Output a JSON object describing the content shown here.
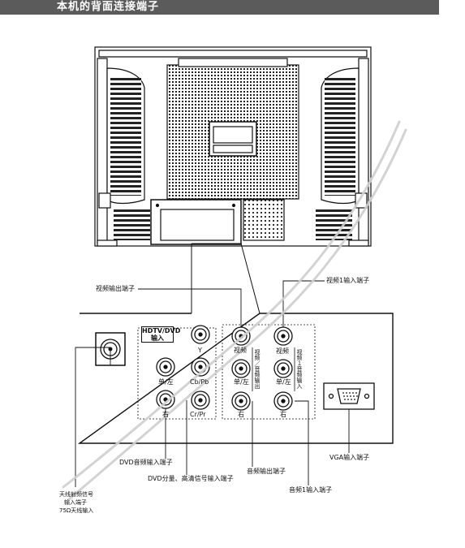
{
  "header": {
    "title": "本机的背面连接端子"
  },
  "labels": {
    "video_out_terminal": "视频输出端子",
    "video1_in_terminal": "视频1输入端子",
    "hdtv_dvd_line1": "HDTV/DVD",
    "hdtv_dvd_line2": "输入",
    "y": "Y",
    "cb_pb": "Cb/Pb",
    "cr_pr": "Cr/Pr",
    "mono_left_1": "单/左",
    "right_1": "右",
    "video_a": "视频",
    "mono_left_2": "单/左",
    "right_2": "右",
    "video_b": "视频",
    "mono_left_3": "单/左",
    "right_3": "右",
    "vert_video_audio_out": "视频／音频输出",
    "vert_video_audio_in": "视频１音频输入",
    "dvd_audio_in": "DVD音频输入端子",
    "dvd_component_in": "DVD分量、高清信号输入端子",
    "audio_out_terminal": "音频输出端子",
    "audio1_in_terminal": "音频1输入端子",
    "vga_terminal": "VGA输入端子",
    "antenna_line1": "天线射频信号",
    "antenna_line2": "输入端子",
    "antenna_line3": "75Ω天线输入"
  },
  "colors": {
    "header_bg": "#5b5b5b",
    "line": "#111111",
    "watermark": "#cfcfcf"
  }
}
